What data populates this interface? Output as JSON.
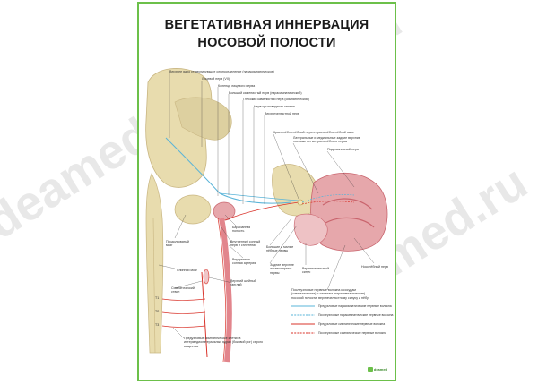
{
  "title_line1": "ВЕГЕТАТИВНАЯ ИННЕРВАЦИЯ",
  "title_line2": "НОСОВОЙ ПОЛОСТИ",
  "watermark": "deamed.ru",
  "logo": "deamed",
  "labels": {
    "l1": "Верхнее ядро стимулирующее слюноотделение (парасимпатическое)",
    "l2": "Лицевой нерв (VII)",
    "l3": "Коленце лицевого нерва",
    "l4": "Большой каменистый нерв (парасимпатический)",
    "l5": "Глубокий каменистый нерв (симпатический)",
    "l6": "Нерв крыловидного канала",
    "l7": "Верхнечелюстной нерв",
    "l8": "Крылонёбно-нёбный нерв в крылонёбно-нёбной ямке",
    "l9": "Латеральные и медиальные задние верхние носовые ветви крылонёбного нерва",
    "l10": "Подглазничный нерв",
    "l11": "Продолговатый мозг",
    "l12": "Барабанная полость",
    "l13": "Внутренний сонный нерв и сплетение",
    "l14": "Большие и малые нёбные нервы",
    "l15": "Внутренняя сонная артерия",
    "l16": "Задние верхние альвеолярные нервы",
    "l17": "Верхнечелюстной синус",
    "l18": "Носонёбный нерв",
    "l19": "Спинной мозг",
    "l20": "Симпатический ствол",
    "l21": "Верхний шейный ганглий",
    "l22": "Послеузловые нервные волокна к сосудам (симпатические) и железам (парасимпатические) носовой полости, верхнечелюстному синусу и нёбу",
    "l23": "Предузловые симпатические клетки в интермедиолатеральных ядрах (боковой рог) серого вещества",
    "t1": "T1",
    "t2": "T2",
    "t3": "T3"
  },
  "legend": [
    {
      "text": "Предузловые парасимпатические нервные волокна",
      "color": "#5ab4d8",
      "style": "solid"
    },
    {
      "text": "Послеузловые парасимпатические нервные волокна",
      "color": "#5ab4d8",
      "style": "dashed"
    },
    {
      "text": "Предузловые симпатические нервные волокна",
      "color": "#d9342b",
      "style": "solid"
    },
    {
      "text": "Послеузловые симпатические нервные волокна",
      "color": "#d9342b",
      "style": "dashed"
    }
  ],
  "colors": {
    "frame": "#6cc04a",
    "bone": "#e8dcae",
    "bone_dark": "#c9b682",
    "mucosa": "#e6a7ab",
    "mucosa_dark": "#c9646d",
    "artery": "#e2858c",
    "parasym": "#5ab4d8",
    "sym": "#d9342b",
    "leader": "#333333"
  }
}
